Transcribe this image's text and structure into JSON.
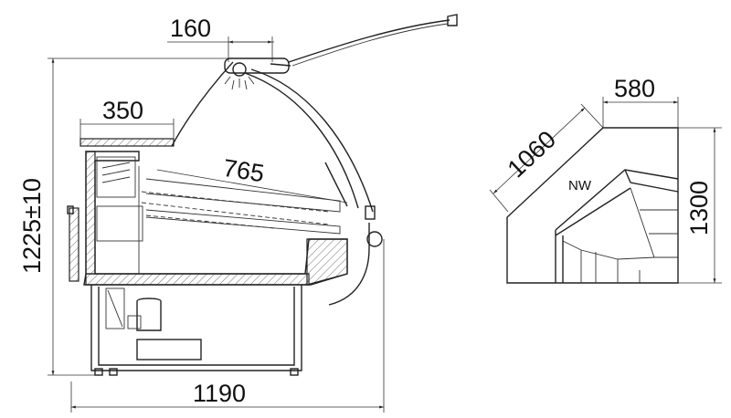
{
  "side_view": {
    "dim_top": "160",
    "dim_shelf": "350",
    "dim_depth": "765",
    "dim_height": "1225±10",
    "dim_width": "1190"
  },
  "corner_view": {
    "dim_top": "580",
    "dim_diagonal": "1060",
    "dim_side": "1300",
    "label": "NW"
  }
}
